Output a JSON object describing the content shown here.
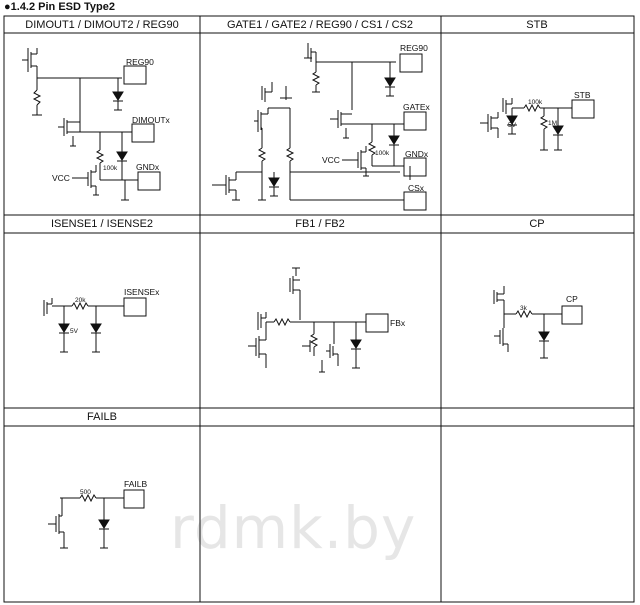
{
  "title": "●1.4.2 Pin ESD Type2",
  "watermark": "rdmk.by",
  "headers": {
    "dimout": "DIMOUT1 / DIMOUT2 / REG90",
    "gate": "GATE1 / GATE2 / REG90 / CS1 / CS2",
    "stb": "STB",
    "isense": "ISENSE1 / ISENSE2",
    "fb": "FB1 / FB2",
    "cp": "CP",
    "failb": "FAILB"
  },
  "labels": {
    "dimout_reg90": "REG90",
    "dimout_dimoutx": "DIMOUTx",
    "dimout_vcc": "VCC",
    "dimout_100k": "100k",
    "dimout_gndx": "GNDx",
    "gate_reg90": "REG90",
    "gate_gatex": "GATEx",
    "gate_vcc": "VCC",
    "gate_100k": "100k",
    "gate_gndx": "GNDx",
    "gate_csx": "CSx",
    "stb_stb": "STB",
    "stb_100k": "100k",
    "stb_5v": "5V",
    "stb_1m": "1M",
    "isense_isensex": "ISENSEx",
    "isense_20k": "20k",
    "isense_5v": "5V",
    "fb_fbx": "FBx",
    "cp_cp": "CP",
    "cp_3k": "3k",
    "failb_failb": "FAILB",
    "failb_500": "500"
  }
}
